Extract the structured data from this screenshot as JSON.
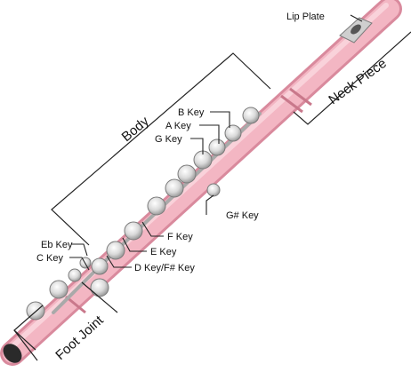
{
  "diagram": {
    "sections": {
      "lip_plate": "Lip Plate",
      "neck_piece": "Neck Piece",
      "body": "Body",
      "foot_joint": "Foot Joint"
    },
    "keys": {
      "b": "B Key",
      "a": "A Key",
      "g": "G Key",
      "g_sharp": "G# Key",
      "f": "F Key",
      "e": "E Key",
      "d_f_sharp": "D Key/F# Key",
      "e_flat": "Eb Key",
      "c": "C Key"
    },
    "colors": {
      "tube": "#f3b6c3",
      "tube_shade": "#e08fa2",
      "tube_highlight": "#fbd9e0",
      "silver": "#d9d9d9",
      "silver_dark": "#9a9a9a",
      "text": "#111111"
    }
  }
}
